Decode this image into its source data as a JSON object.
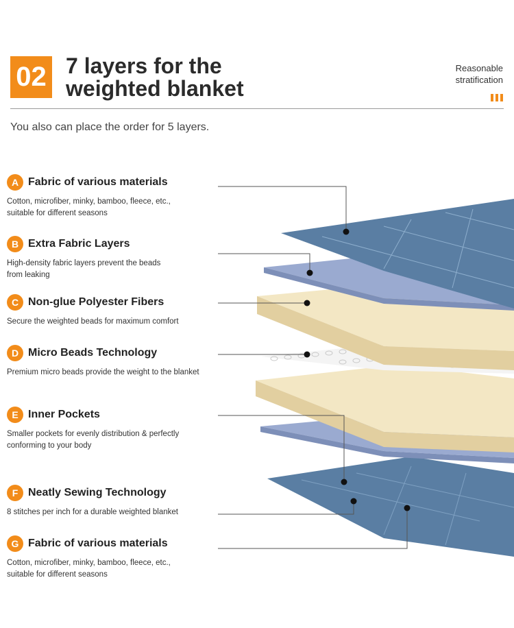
{
  "header": {
    "number": "02",
    "title_line1": "7 layers for the",
    "title_line2": "weighted blanket",
    "tagline_line1": "Reasonable",
    "tagline_line2": "stratification"
  },
  "subtitle": "You also can place the order for 5 layers.",
  "features": [
    {
      "letter": "A",
      "title": "Fabric of various materials",
      "desc1": "Cotton, microfiber, minky, bamboo, fleece, etc.,",
      "desc2": "suitable for different seasons"
    },
    {
      "letter": "B",
      "title": "Extra Fabric Layers",
      "desc1": "High-density fabric layers prevent the beads",
      "desc2": "from leaking"
    },
    {
      "letter": "C",
      "title": "Non-glue Polyester Fibers",
      "desc1": "Secure the weighted beads for maximum comfort",
      "desc2": ""
    },
    {
      "letter": "D",
      "title": "Micro Beads Technology",
      "desc1": "Premium micro beads provide the weight to the blanket",
      "desc2": ""
    },
    {
      "letter": "E",
      "title": "Inner Pockets",
      "desc1": "Smaller pockets for evenly distribution & perfectly",
      "desc2": "conforming to your body"
    },
    {
      "letter": "F",
      "title": "Neatly Sewing Technology",
      "desc1": "8 stitches per inch for a durable weighted blanket",
      "desc2": ""
    },
    {
      "letter": "G",
      "title": "Fabric of various materials",
      "desc1": "Cotton, microfiber, minky, bamboo, fleece, etc.,",
      "desc2": "suitable for different seasons"
    }
  ],
  "colors": {
    "accent": "#f28c1a",
    "fabric_blue": "#5a7ea3",
    "fabric_lavender": "#9aaad0",
    "fiber_cream": "#f3e7c4"
  }
}
